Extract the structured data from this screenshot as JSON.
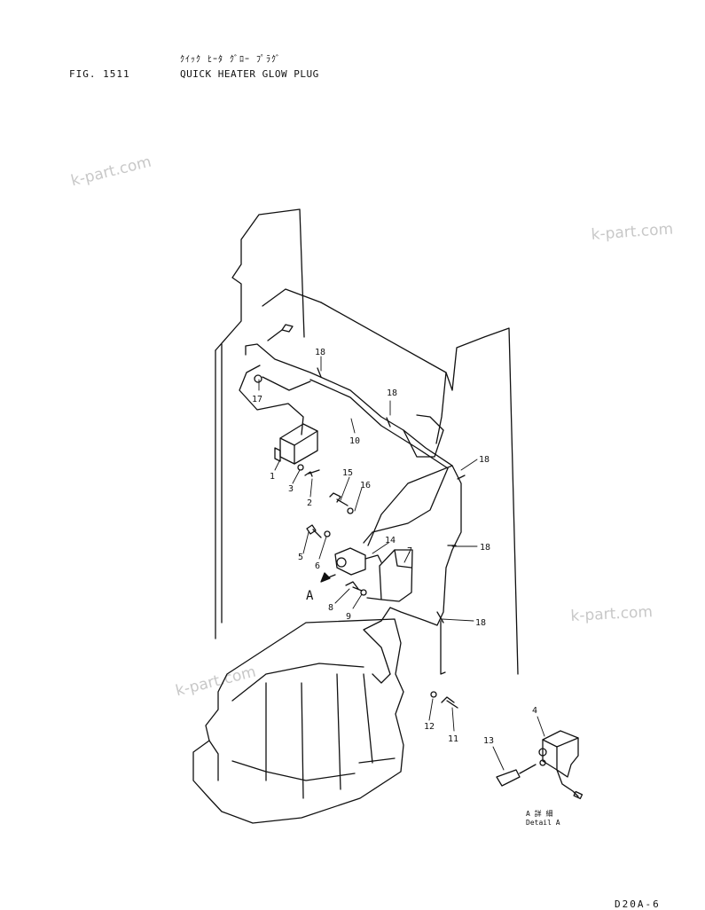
{
  "header": {
    "fig_label": "FIG. 1511",
    "title_jp": "ｸｲｯｸ ﾋｰﾀ ｸﾞﾛｰ ﾌﾟﾗｸﾞ",
    "title_en": "QUICK HEATER GLOW PLUG"
  },
  "watermarks": [
    "k-part.com",
    "k-part.com",
    "k-part.com",
    "k-part.com"
  ],
  "callouts": {
    "c1": "1",
    "c2": "2",
    "c3": "3",
    "c4": "4",
    "c5": "5",
    "c6": "6",
    "c7": "7",
    "c8": "8",
    "c9": "9",
    "c10": "10",
    "c11": "11",
    "c12": "12",
    "c13": "13",
    "c14": "14",
    "c15": "15",
    "c16": "16",
    "c17": "17",
    "c18a": "18",
    "c18b": "18",
    "c18c": "18",
    "c18d": "18",
    "c18e": "18"
  },
  "view_marker": "A",
  "detail": {
    "jp": "A 詳 細",
    "en": "Detail A"
  },
  "drawing_code": "D20A-6"
}
